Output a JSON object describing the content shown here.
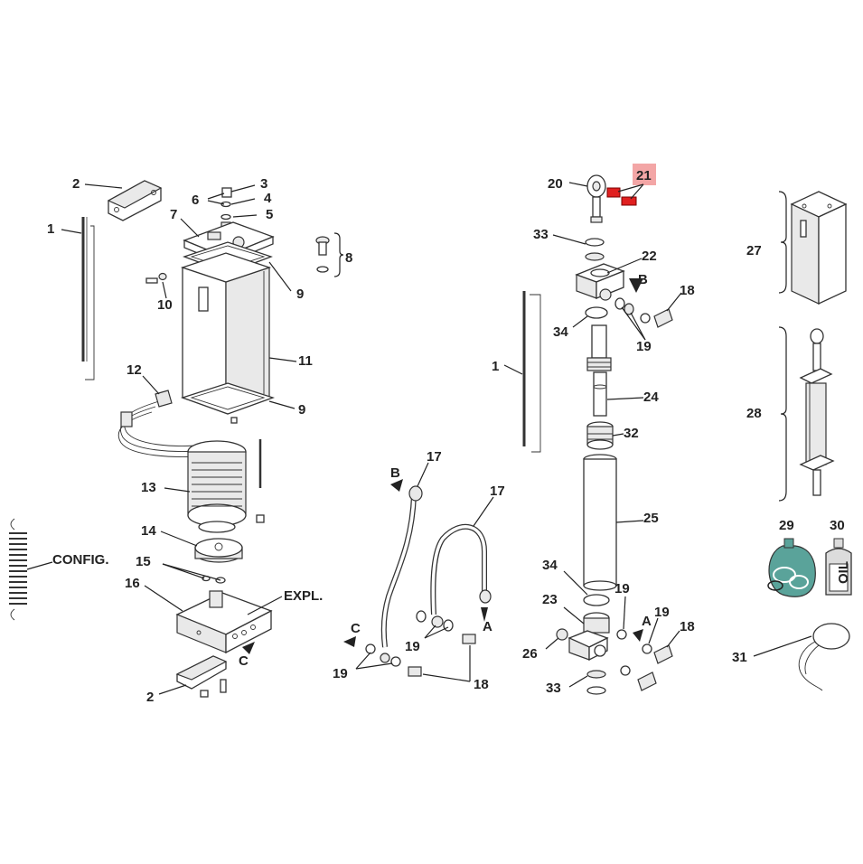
{
  "labels": {
    "l1a": "1",
    "l2a": "2",
    "l3": "3",
    "l4": "4",
    "l5": "5",
    "l6": "6",
    "l7": "7",
    "l8": "8",
    "l9a": "9",
    "l9b": "9",
    "l10": "10",
    "l11": "11",
    "l12": "12",
    "l13": "13",
    "l14": "14",
    "l15": "15",
    "l16": "16",
    "l2b": "2",
    "l17a": "17",
    "l17b": "17",
    "l18a": "18",
    "l18b": "18",
    "l18c": "18",
    "l19a": "19",
    "l19b": "19",
    "l19c": "19",
    "l19d": "19",
    "l19e": "19",
    "l20": "20",
    "l21": "21",
    "l22": "22",
    "l23": "23",
    "l24": "24",
    "l25": "25",
    "l26": "26",
    "l27": "27",
    "l28": "28",
    "l29": "29",
    "l30": "30",
    "l31": "31",
    "l32": "32",
    "l33a": "33",
    "l33b": "33",
    "l34a": "34",
    "l34b": "34",
    "l1b": "1",
    "config": "CONFIG.",
    "expl": "EXPL.",
    "arrowB1": "B",
    "arrowB2": "B",
    "arrowA1": "A",
    "arrowA2": "A",
    "arrowC1": "C",
    "arrowC2": "C",
    "oil": "OIL"
  },
  "highlight": {
    "part": "21",
    "color": "#f3a6a6",
    "partColor": "#e02020"
  },
  "colors": {
    "bag": "#5aa39a",
    "bottle": "#dcdcdc"
  }
}
